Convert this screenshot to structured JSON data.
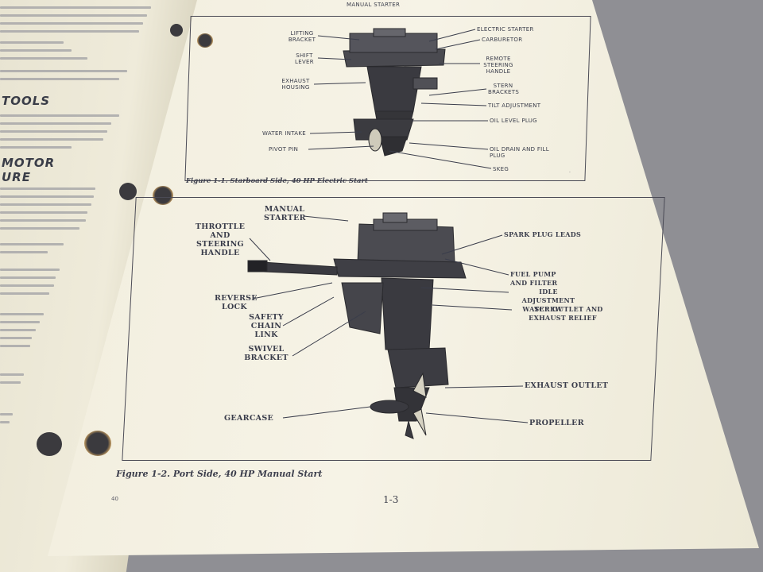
{
  "left_page": {
    "heading_tools": "TOOLS",
    "heading_motor": "MOTOR",
    "heading_ure": "URE"
  },
  "figure1": {
    "caption": "Figure 1-1.  Starboard Side, 40 HP Electric Start",
    "callouts": {
      "manual_starter": "MANUAL STARTER",
      "lifting_bracket": "LIFTING BRACKET",
      "shift_lever": "SHIFT LEVER",
      "exhaust_housing": "EXHAUST HOUSING",
      "water_intake": "WATER INTAKE",
      "pivot_pin": "PIVOT PIN",
      "electric_starter": "ELECTRIC STARTER",
      "carburetor": "CARBURETOR",
      "remote_steering_handle": "REMOTE STEERING HANDLE",
      "stern_brackets": "STERN BRACKETS",
      "tilt_adjustment": "TILT ADJUSTMENT",
      "oil_level_plug": "OIL LEVEL PLUG",
      "oil_drain_fill_plug": "OIL DRAIN AND FILL PLUG",
      "skeg": "SKEG"
    }
  },
  "figure2": {
    "caption": "Figure 1-2.  Port Side, 40 HP Manual Start",
    "callouts": {
      "manual_starter": "MANUAL STARTER",
      "throttle_steering": "THROTTLE AND STEERING HANDLE",
      "reverse_lock": "REVERSE LOCK",
      "safety_chain_link": "SAFETY CHAIN LINK",
      "swivel_bracket": "SWIVEL BRACKET",
      "gearcase": "GEARCASE",
      "spark_plug_leads": "SPARK PLUG LEADS",
      "fuel_pump_filter": "FUEL PUMP AND FILTER",
      "idle_adjustment_screw": "IDLE ADJUSTMENT SCREW",
      "water_outlet": "WATER OUTLET AND EXHAUST RELIEF",
      "exhaust_outlet": "EXHAUST OUTLET",
      "propeller": "PROPELLER"
    }
  },
  "page_number": "1-3",
  "footer_code": "40"
}
